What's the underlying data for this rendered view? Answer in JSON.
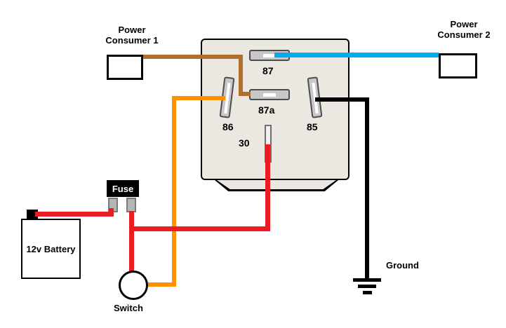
{
  "diagram": {
    "labels": {
      "power_consumer_1": "Power Consumer 1",
      "power_consumer_2": "Power Consumer 2",
      "fuse": "Fuse",
      "battery": "12v Battery",
      "switch": "Switch",
      "ground": "Ground"
    },
    "relay": {
      "pins": {
        "87": "87",
        "87a": "87a",
        "86": "86",
        "85": "85",
        "30": "30"
      }
    },
    "colors": {
      "wire_brown": "#b06f2f",
      "wire_blue": "#00aeef",
      "wire_orange": "#ff9100",
      "wire_red": "#ed1c24",
      "wire_black": "#000000",
      "relay_fill": "#ebe8e2",
      "pin_fill": "#c8c8c8",
      "pin_slot": "#ffffff",
      "pin30_fill": "#f0f0f0",
      "terminal_fill": "#b5b5b5"
    }
  }
}
